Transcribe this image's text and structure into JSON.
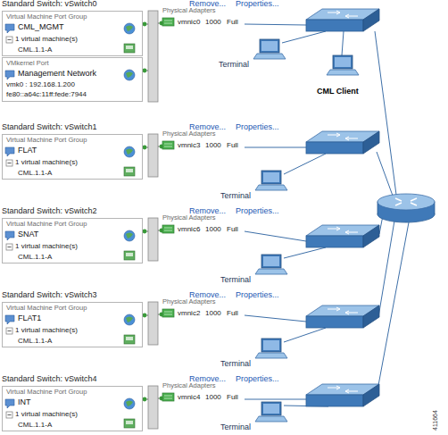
{
  "diagram": {
    "nodes": [
      {
        "text": [
          "Standard Switch: vSwitch0",
          "Remove...",
          "Properties..."
        ]
      },
      {
        "text": [
          "Virtual Machine Port Group",
          "CML_MGMT",
          "1 virtual machine(s)",
          "CML.1.1-A"
        ],
        "in": 0
      },
      {
        "text": [
          "VMkernel Port",
          "Management Network",
          "vmk0 : 192.168.1.200",
          "fe80::a64c:11ff:fede:7944"
        ],
        "in": 0
      },
      {
        "text": [
          "Physical Adapters",
          "vmnic0",
          "1000",
          "Full"
        ],
        "in": 0
      },
      {
        "text": [
          "Terminal"
        ]
      },
      {
        "text": [
          "CML Client"
        ]
      },
      {
        "text": [
          "Standard Switch: vSwitch1",
          "Remove...",
          "Properties..."
        ]
      },
      {
        "text": [
          "Virtual Machine Port Group",
          "FLAT",
          "1 virtual machine(s)",
          "CML.1.1-A"
        ],
        "in": 6
      },
      {
        "text": [
          "Physical Adapters",
          "vmnic3",
          "1000",
          "Full"
        ],
        "in": 6
      },
      {
        "text": [
          "Terminal"
        ]
      },
      {
        "text": [
          "Standard Switch: vSwitch2",
          "Remove...",
          "Properties..."
        ]
      },
      {
        "text": [
          "Virtual Machine Port Group",
          "SNAT",
          "1 virtual machine(s)",
          "CML.1.1-A"
        ],
        "in": 10
      },
      {
        "text": [
          "Physical Adapters",
          "vmnic6",
          "1000",
          "Full"
        ],
        "in": 10
      },
      {
        "text": [
          "Terminal"
        ]
      },
      {
        "text": [
          "Standard Switch: vSwitch3",
          "Remove...",
          "Properties..."
        ]
      },
      {
        "text": [
          "Virtual Machine Port Group",
          "FLAT1",
          "1 virtual machine(s)",
          "CML.1.1-A"
        ],
        "in": 14
      },
      {
        "text": [
          "Physical Adapters",
          "vmnic2",
          "1000",
          "Full"
        ],
        "in": 14
      },
      {
        "text": [
          "Terminal"
        ]
      },
      {
        "text": [
          "Standard Switch: vSwitch4",
          "Remove...",
          "Properties..."
        ]
      },
      {
        "text": [
          "Virtual Machine Port Group",
          "INT",
          "1 virtual machine(s)",
          "CML.1.1-A"
        ],
        "in": 18
      },
      {
        "text": [
          "Physical Adapters",
          "vmnic4",
          "1000",
          "Full"
        ],
        "in": 18
      },
      {
        "text": [
          "Terminal"
        ]
      }
    ],
    "labels": [
      "411664"
    ]
  }
}
